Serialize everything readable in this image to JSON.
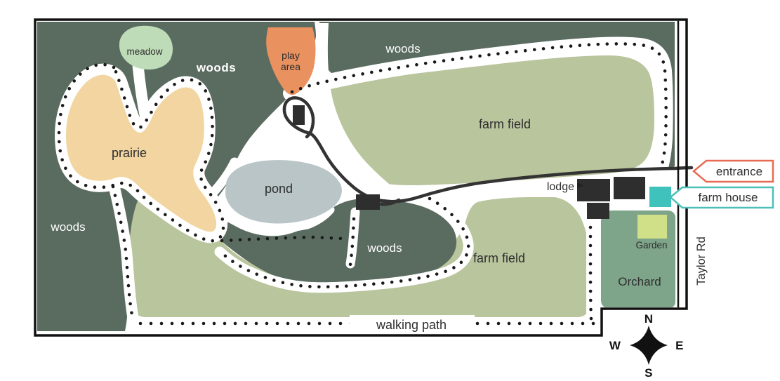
{
  "map": {
    "regions": {
      "meadow": "meadow",
      "woods_northwest": "woods",
      "woods_north": "woods",
      "woods_west": "woods",
      "woods_central": "woods",
      "play_area_line1": "play",
      "play_area_line2": "area",
      "prairie": "prairie",
      "pond": "pond",
      "farm_field_north": "farm field",
      "farm_field_south": "farm field",
      "orchard": "Orchard",
      "garden": "Garden"
    },
    "features": {
      "lodge": "lodge",
      "walking_path": "walking path"
    },
    "callouts": {
      "entrance": "entrance",
      "farm_house": "farm house"
    },
    "road_label": "Taylor Rd",
    "compass": {
      "north": "N",
      "south": "S",
      "east": "E",
      "west": "W"
    },
    "colors": {
      "background": "#ffffff",
      "woods": "#5a6b60",
      "field": "#b9c59d",
      "prairie": "#f2d5a0",
      "pond": "#b9c5c7",
      "meadow": "#bfdcb8",
      "play_area": "#e9915f",
      "orchard": "#7ea58a",
      "garden": "#cfe089",
      "farm_house": "#3fc1bc",
      "building": "#2e2e2e",
      "road": "#333333",
      "trail_dot": "#1a1a1a",
      "border": "#111111",
      "entrance_accent": "#e96a52",
      "farm_house_accent": "#4cbfb9",
      "label_dark": "#2e2e2e",
      "label_light": "#ffffff"
    }
  }
}
